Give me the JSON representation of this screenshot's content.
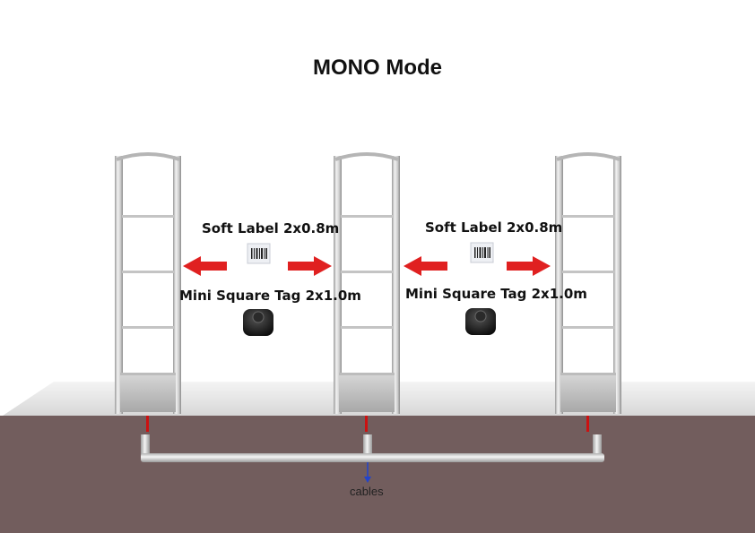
{
  "title": "MONO Mode",
  "zones": [
    {
      "soft_label": "Soft Label 2x0.8m",
      "tag_label": "Mini Square Tag 2x1.0m"
    },
    {
      "soft_label": "Soft Label 2x0.8m",
      "tag_label": "Mini Square Tag 2x1.0m"
    }
  ],
  "cables_label": "cables",
  "colors": {
    "floor": "#725d5d",
    "arrow": "#e02020",
    "cable_wire": "#cc1111",
    "cable_arrow": "#2244cc"
  },
  "icons": [
    "eas-antenna-gate",
    "barcode-label-icon",
    "square-hard-tag-icon",
    "red-arrow-icon"
  ]
}
